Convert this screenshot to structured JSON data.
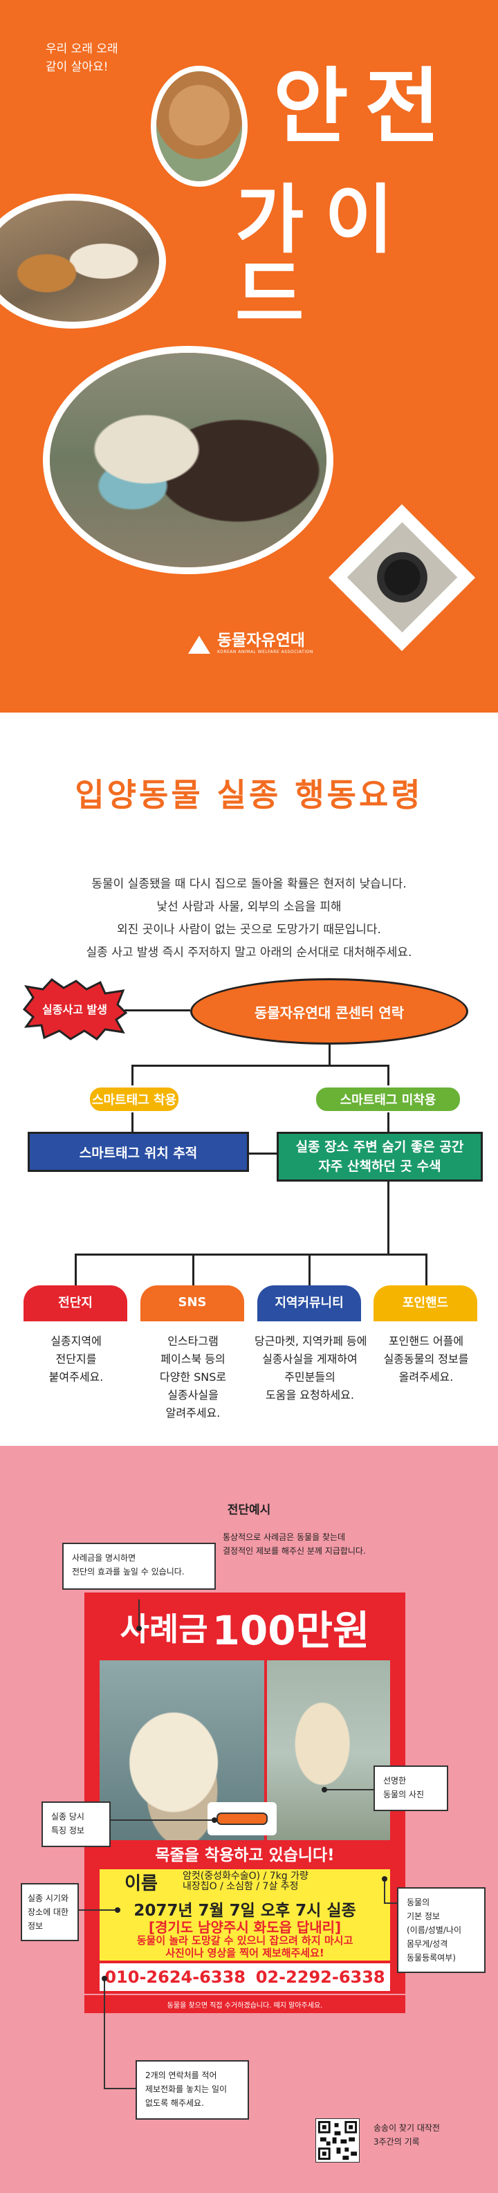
{
  "cover": {
    "tagline": "우리 오래 오래\n같이 살아요!",
    "title_line1": "안전",
    "title_line2": "가이드",
    "org_name": "동물자유연대",
    "org_subtitle": "KOREAN ANIMAL WELFARE ASSOCIATION"
  },
  "guide": {
    "title": "입양동물 실종 행동요령",
    "intro_lines": [
      "동물이 실종됐을 때 다시 집으로 돌아올 확률은 현저히 낮습니다.",
      "낯선 사람과 사물, 외부의 소음을 피해",
      "외진 곳이나 사람이 없는 곳으로 도망가기 때문입니다.",
      "실종 사고 발생 즉시 주저하지 말고 아래의 순서대로 대처해주세요."
    ],
    "flow": {
      "start": "실종사고 발생",
      "contact": "동물자유연대 콘센터 연락",
      "tag_on": "스마트태그 착용",
      "tag_off": "스마트태그 미착용",
      "track": "스마트태그 위치 추적",
      "search_line1": "실종 장소 주변 숨기 좋은 공간",
      "search_line2": "자주 산책하던 곳 수색"
    },
    "methods": [
      {
        "label": "전단지",
        "color": "#e4252d",
        "desc": [
          "실종지역에",
          "전단지를",
          "붙여주세요."
        ]
      },
      {
        "label": "SNS",
        "color": "#f26c21",
        "desc": [
          "인스타그램",
          "페이스북 등의",
          "다양한 SNS로",
          "실종사실을",
          "알려주세요."
        ]
      },
      {
        "label": "지역커뮤니티",
        "color": "#2a4fa3",
        "desc": [
          "당근마켓, 지역카페 등에",
          "실종사실을 게재하여",
          "주민분들의",
          "도움을 요청하세요."
        ]
      },
      {
        "label": "포인핸드",
        "color": "#f5b400",
        "desc": [
          "포인핸드 어플에",
          "실종동물의 정보를",
          "올려주세요."
        ]
      }
    ]
  },
  "example": {
    "heading": "전단예시",
    "callout_reward": [
      "사례금을 명시하면",
      "전단의 효과를 높일 수 있습니다."
    ],
    "note_reward": [
      "통상적으로 사례금은 동물을 찾는데",
      "결정적인 제보를 해주신 분께 지급합니다."
    ],
    "callout_photo": [
      "선명한",
      "동물의 사진"
    ],
    "callout_feature": [
      "실종 당시",
      "특징 정보"
    ],
    "callout_time": [
      "실종 시기와",
      "장소에 대한",
      "정보"
    ],
    "callout_info": [
      "동물의",
      "기본 정보",
      "(이름/성별/나이",
      "몸무게/성격",
      "동물등록여부)"
    ],
    "callout_contact": [
      "2개의 연락처를 적어",
      "제보전화를 놓치는 일이",
      "없도록 해주세요."
    ],
    "note_qr": [
      "송송이 찾기 대작전",
      "3주간의 기록"
    ],
    "poster": {
      "reward_label": "사례금",
      "reward_amount": "100만원",
      "collar_text": "목줄을 착용하고 있습니다!",
      "name_label": "이름",
      "name_info_line1": "암컷(중성화수술O) / 7kg 가량",
      "name_info_line2": "내장칩O / 소심함 / 7살 추정",
      "date_text": "2077년 7월 7일 오후 7시 실종",
      "place_text": "[경기도 남양주시 화도읍 답내리]",
      "warning_line1": "동물이 놀라 도망갈 수 있으니 잡으려 하지 마시고",
      "warning_line2": "사진이나 영상을 찍어 제보해주세요!",
      "phone1": "010-2624-6338",
      "phone2": "02-2292-6338",
      "footer": "동물을 찾으면 직접 수거하겠습니다. 떼지 말아주세요."
    }
  },
  "colors": {
    "orange": "#f26c21",
    "pink": "#f29aa6",
    "red": "#e8242d",
    "yellow": "#ffec3d"
  }
}
